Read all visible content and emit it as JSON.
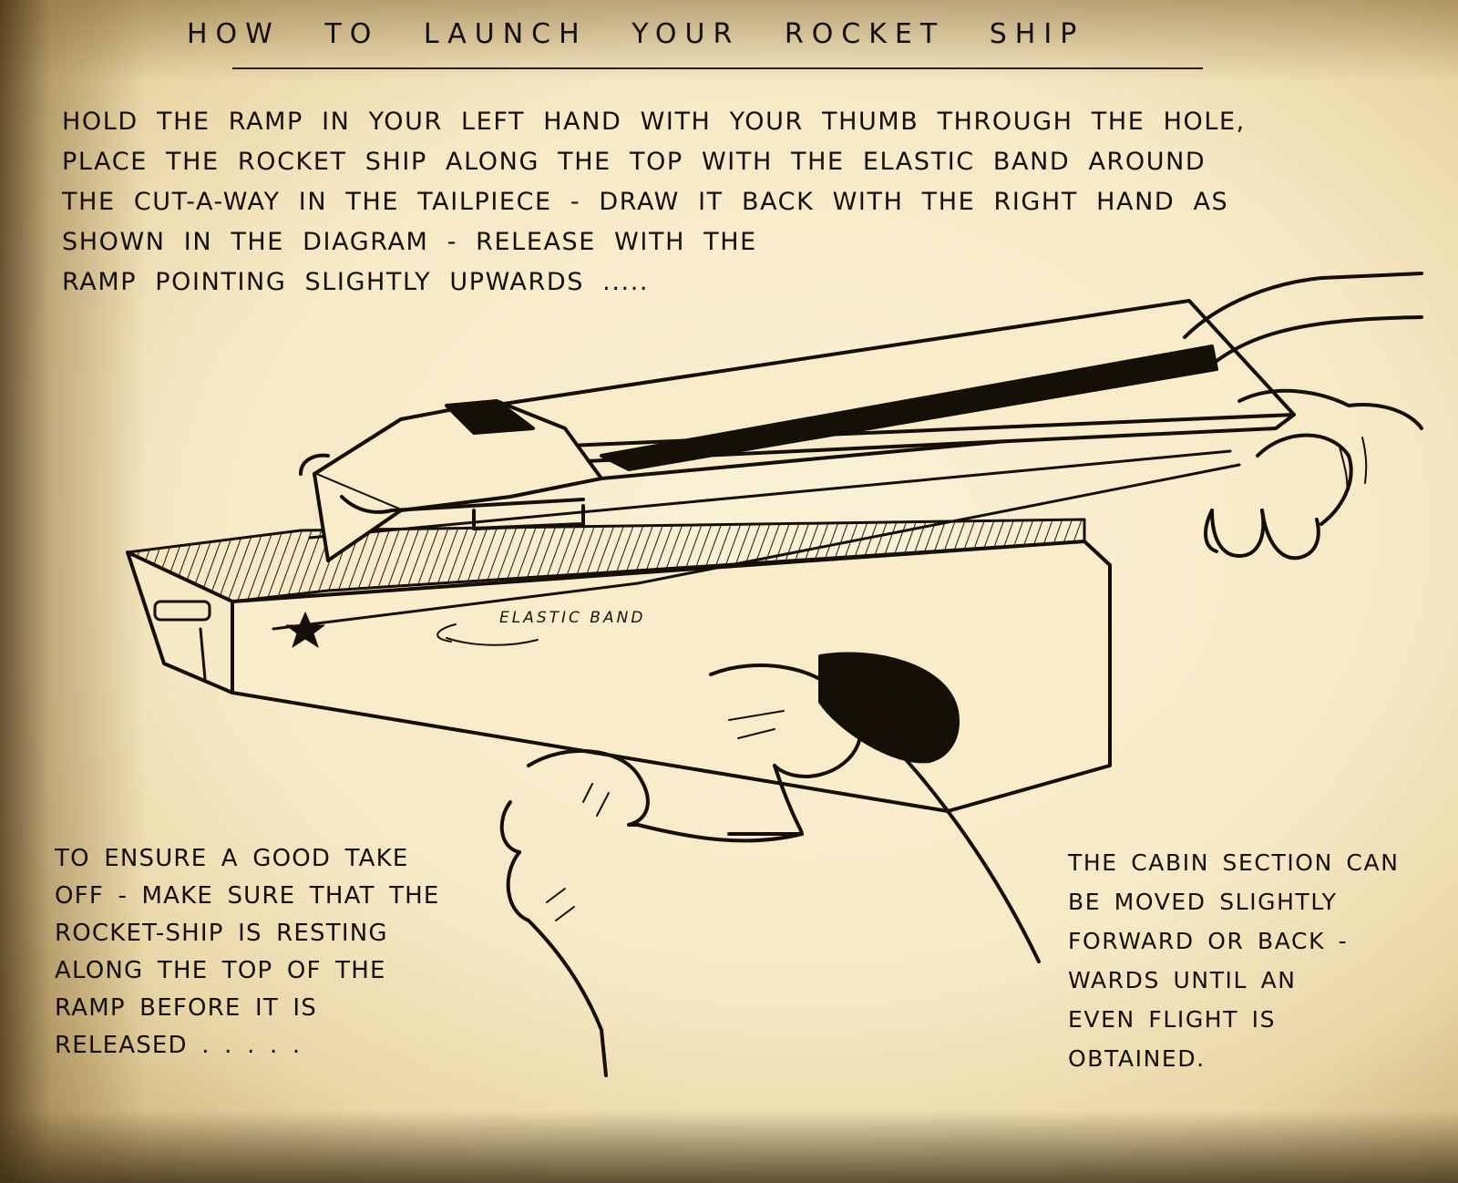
{
  "title": "HOW TO LAUNCH YOUR ROCKET SHIP",
  "instructions": {
    "lines": [
      "HOLD THE RAMP IN YOUR LEFT HAND WITH YOUR THUMB THROUGH THE HOLE,",
      "PLACE THE ROCKET SHIP ALONG THE TOP WITH THE ELASTIC BAND AROUND",
      "THE CUT-A-WAY IN THE TAILPIECE - DRAW IT BACK WITH THE RIGHT HAND AS",
      "SHOWN IN THE DIAGRAM - RELEASE WITH THE",
      "RAMP POINTING SLIGHTLY UPWARDS ....."
    ]
  },
  "diagram": {
    "label": "ELASTIC BAND"
  },
  "tip_left": {
    "lines": [
      "TO ENSURE A GOOD TAKE",
      "OFF - MAKE SURE THAT THE",
      "ROCKET-SHIP IS RESTING",
      "ALONG THE TOP OF THE",
      "RAMP BEFORE IT IS",
      "RELEASED . . . . ."
    ]
  },
  "tip_right": {
    "lines": [
      "THE CABIN SECTION CAN",
      "BE MOVED SLIGHTLY",
      "FORWARD OR BACK -",
      "WARDS UNTIL AN",
      "EVEN FLIGHT IS",
      "OBTAINED."
    ]
  },
  "colors": {
    "paper": "#f6e9c6",
    "ink": "#141008"
  }
}
